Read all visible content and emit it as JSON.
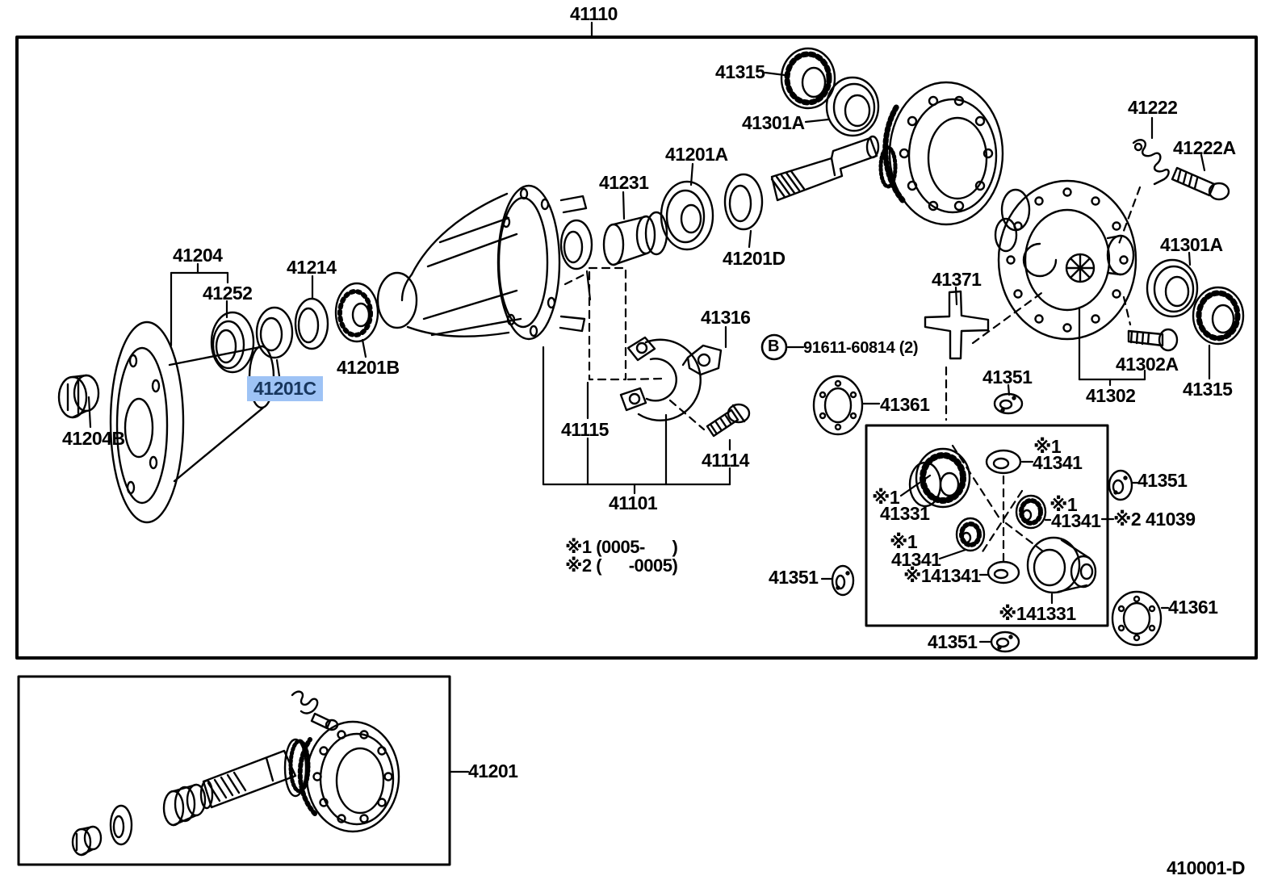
{
  "colors": {
    "line": "#000000",
    "background": "#FFFFFF",
    "highlight_bg": "#9EC3F5",
    "highlight_text": "#17365D"
  },
  "sheet": {
    "code": "410001-D"
  },
  "labels": {
    "assembly": "41110",
    "bearing_top": "41315",
    "race_top": "41301A",
    "bearing_41201a": "41201A",
    "spacer_41231": "41231",
    "washer_41201d": "41201D",
    "lock_41222": "41222",
    "bolt_41222a": "41222A",
    "race_right": "41301A",
    "spider_41371": "41371",
    "flange_41204": "41204",
    "slinger_41252": "41252",
    "washer_41214": "41214",
    "bearing_41201b": "41201B",
    "seal_41201c": "41201C",
    "nut_41204b": "41204B",
    "cap_41115": "41115",
    "bolt_41114": "41114",
    "carrier_41101": "41101",
    "stopper_41316": "41316",
    "callout_b_letter": "B",
    "callout_b_part": "91611-60814 (2)",
    "washer_41361_left": "41361",
    "washer_41351_top": "41351",
    "bolt_41302a": "41302A",
    "case_41302": "41302",
    "bearing_right": "41315",
    "note_1": "※1 (0005-      )",
    "note_2": "※2 (      -0005)",
    "washer_41351_left": "41351",
    "star1_top": "※1",
    "gear_41341_top": "41341",
    "star1_left": "※1",
    "gear_41331": "41331",
    "star1_right": "※1",
    "gear_41341_right": "41341",
    "star1_lower": "※1",
    "gear_41341_lower": "41341",
    "combo_41341": "※141341",
    "combo_41331": "※141331",
    "kit_41039": "※2 41039",
    "washer_41351_right": "41351",
    "washer_41361_bottom": "41361",
    "washer_41351_bottom": "41351",
    "ring_gear_41201": "41201",
    "sheet_code": "410001-D"
  }
}
